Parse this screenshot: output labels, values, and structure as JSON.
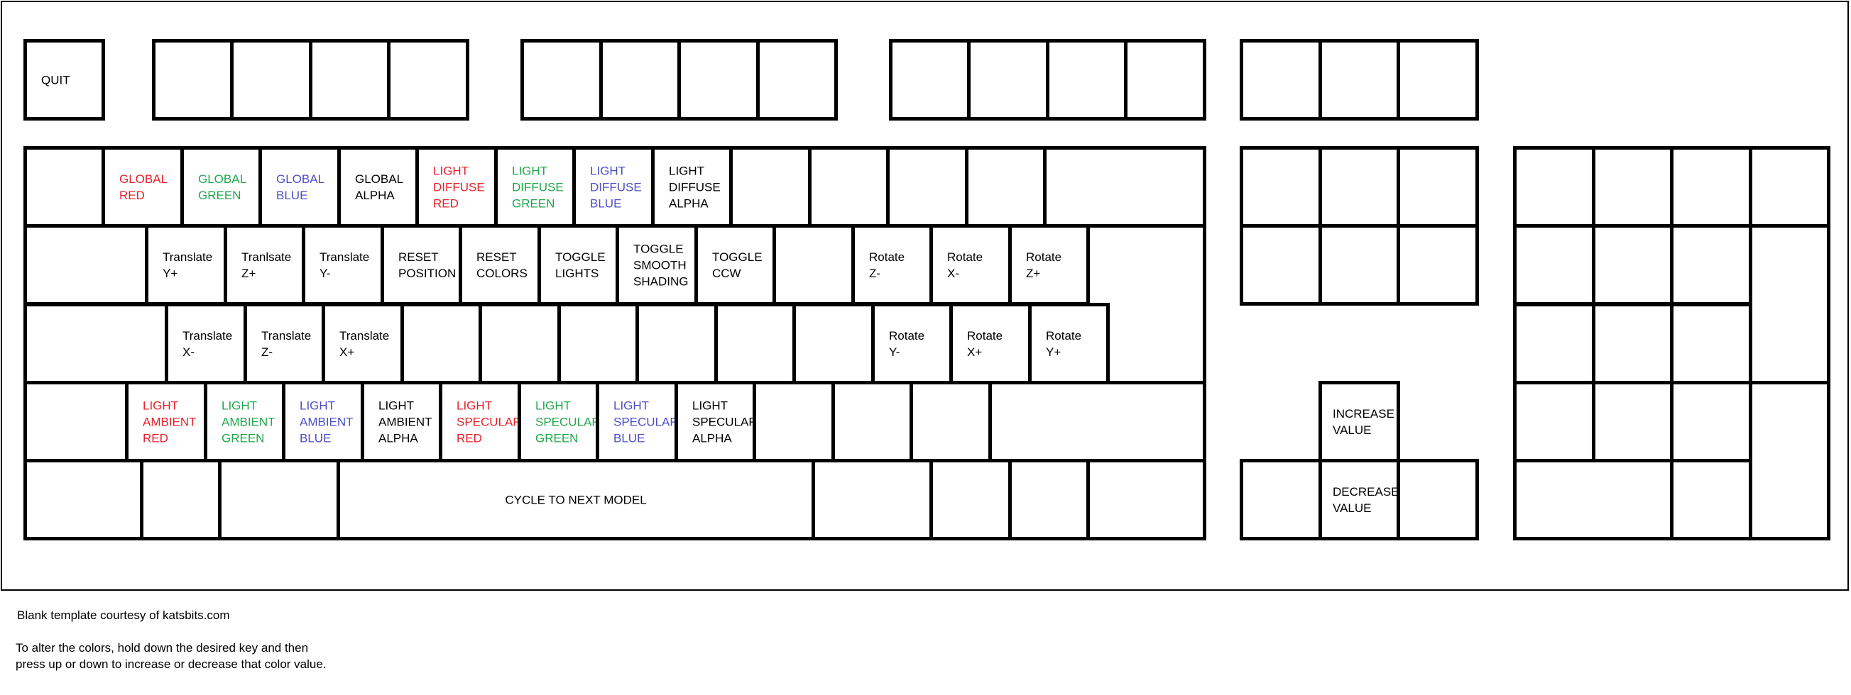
{
  "colors": {
    "red": "#e8202a",
    "green": "#1fa84a",
    "blue": "#4d4dc8",
    "black": "#000000"
  },
  "keys": {
    "quit": "QUIT",
    "global_red": "GLOBAL\nRED",
    "global_green": "GLOBAL\nGREEN",
    "global_blue": "GLOBAL\nBLUE",
    "global_alpha": "GLOBAL\nALPHA",
    "light_diffuse_red": "LIGHT\nDIFFUSE\nRED",
    "light_diffuse_green": "LIGHT\nDIFFUSE\nGREEN",
    "light_diffuse_blue": "LIGHT\nDIFFUSE\nBLUE",
    "light_diffuse_alpha": "LIGHT\nDIFFUSE\nALPHA",
    "translate_y_plus": "Translate\nY+",
    "translate_z_plus": "Tranlsate\nZ+",
    "translate_y_minus": "Translate\nY-",
    "reset_position": "RESET\nPOSITION",
    "reset_colors": "RESET\nCOLORS",
    "toggle_lights": "TOGGLE\nLIGHTS",
    "toggle_smooth_shading": "TOGGLE\nSMOOTH\nSHADING",
    "toggle_ccw": "TOGGLE\nCCW",
    "rotate_z_minus": "Rotate\nZ-",
    "rotate_x_minus": "Rotate\nX-",
    "rotate_z_plus": "Rotate\nZ+",
    "translate_x_minus": "Translate\nX-",
    "translate_z_minus": "Translate\nZ-",
    "translate_x_plus": "Translate\nX+",
    "rotate_y_minus": "Rotate\nY-",
    "rotate_x_plus": "Rotate\nX+",
    "rotate_y_plus": "Rotate\nY+",
    "light_ambient_red": "LIGHT\nAMBIENT\nRED",
    "light_ambient_green": "LIGHT\nAMBIENT\nGREEN",
    "light_ambient_blue": "LIGHT\nAMBIENT\nBLUE",
    "light_ambient_alpha": "LIGHT\nAMBIENT\nALPHA",
    "light_specular_red": "LIGHT\nSPECULAR\nRED",
    "light_specular_green": "LIGHT\nSPECULAR\nGREEN",
    "light_specular_blue": "LIGHT\nSPECULAR\nBLUE",
    "light_specular_alpha": "LIGHT\nSPECULAR\nALPHA",
    "cycle_next_model": "CYCLE TO NEXT MODEL",
    "increase_value": "INCREASE\nVALUE",
    "decrease_value": "DECREASE\nVALUE"
  },
  "notes": {
    "credit": "Blank template courtesy of katsbits.com",
    "instructions": "To alter the colors, hold down the desired key and then\npress up or down to increase or decrease that color value."
  }
}
